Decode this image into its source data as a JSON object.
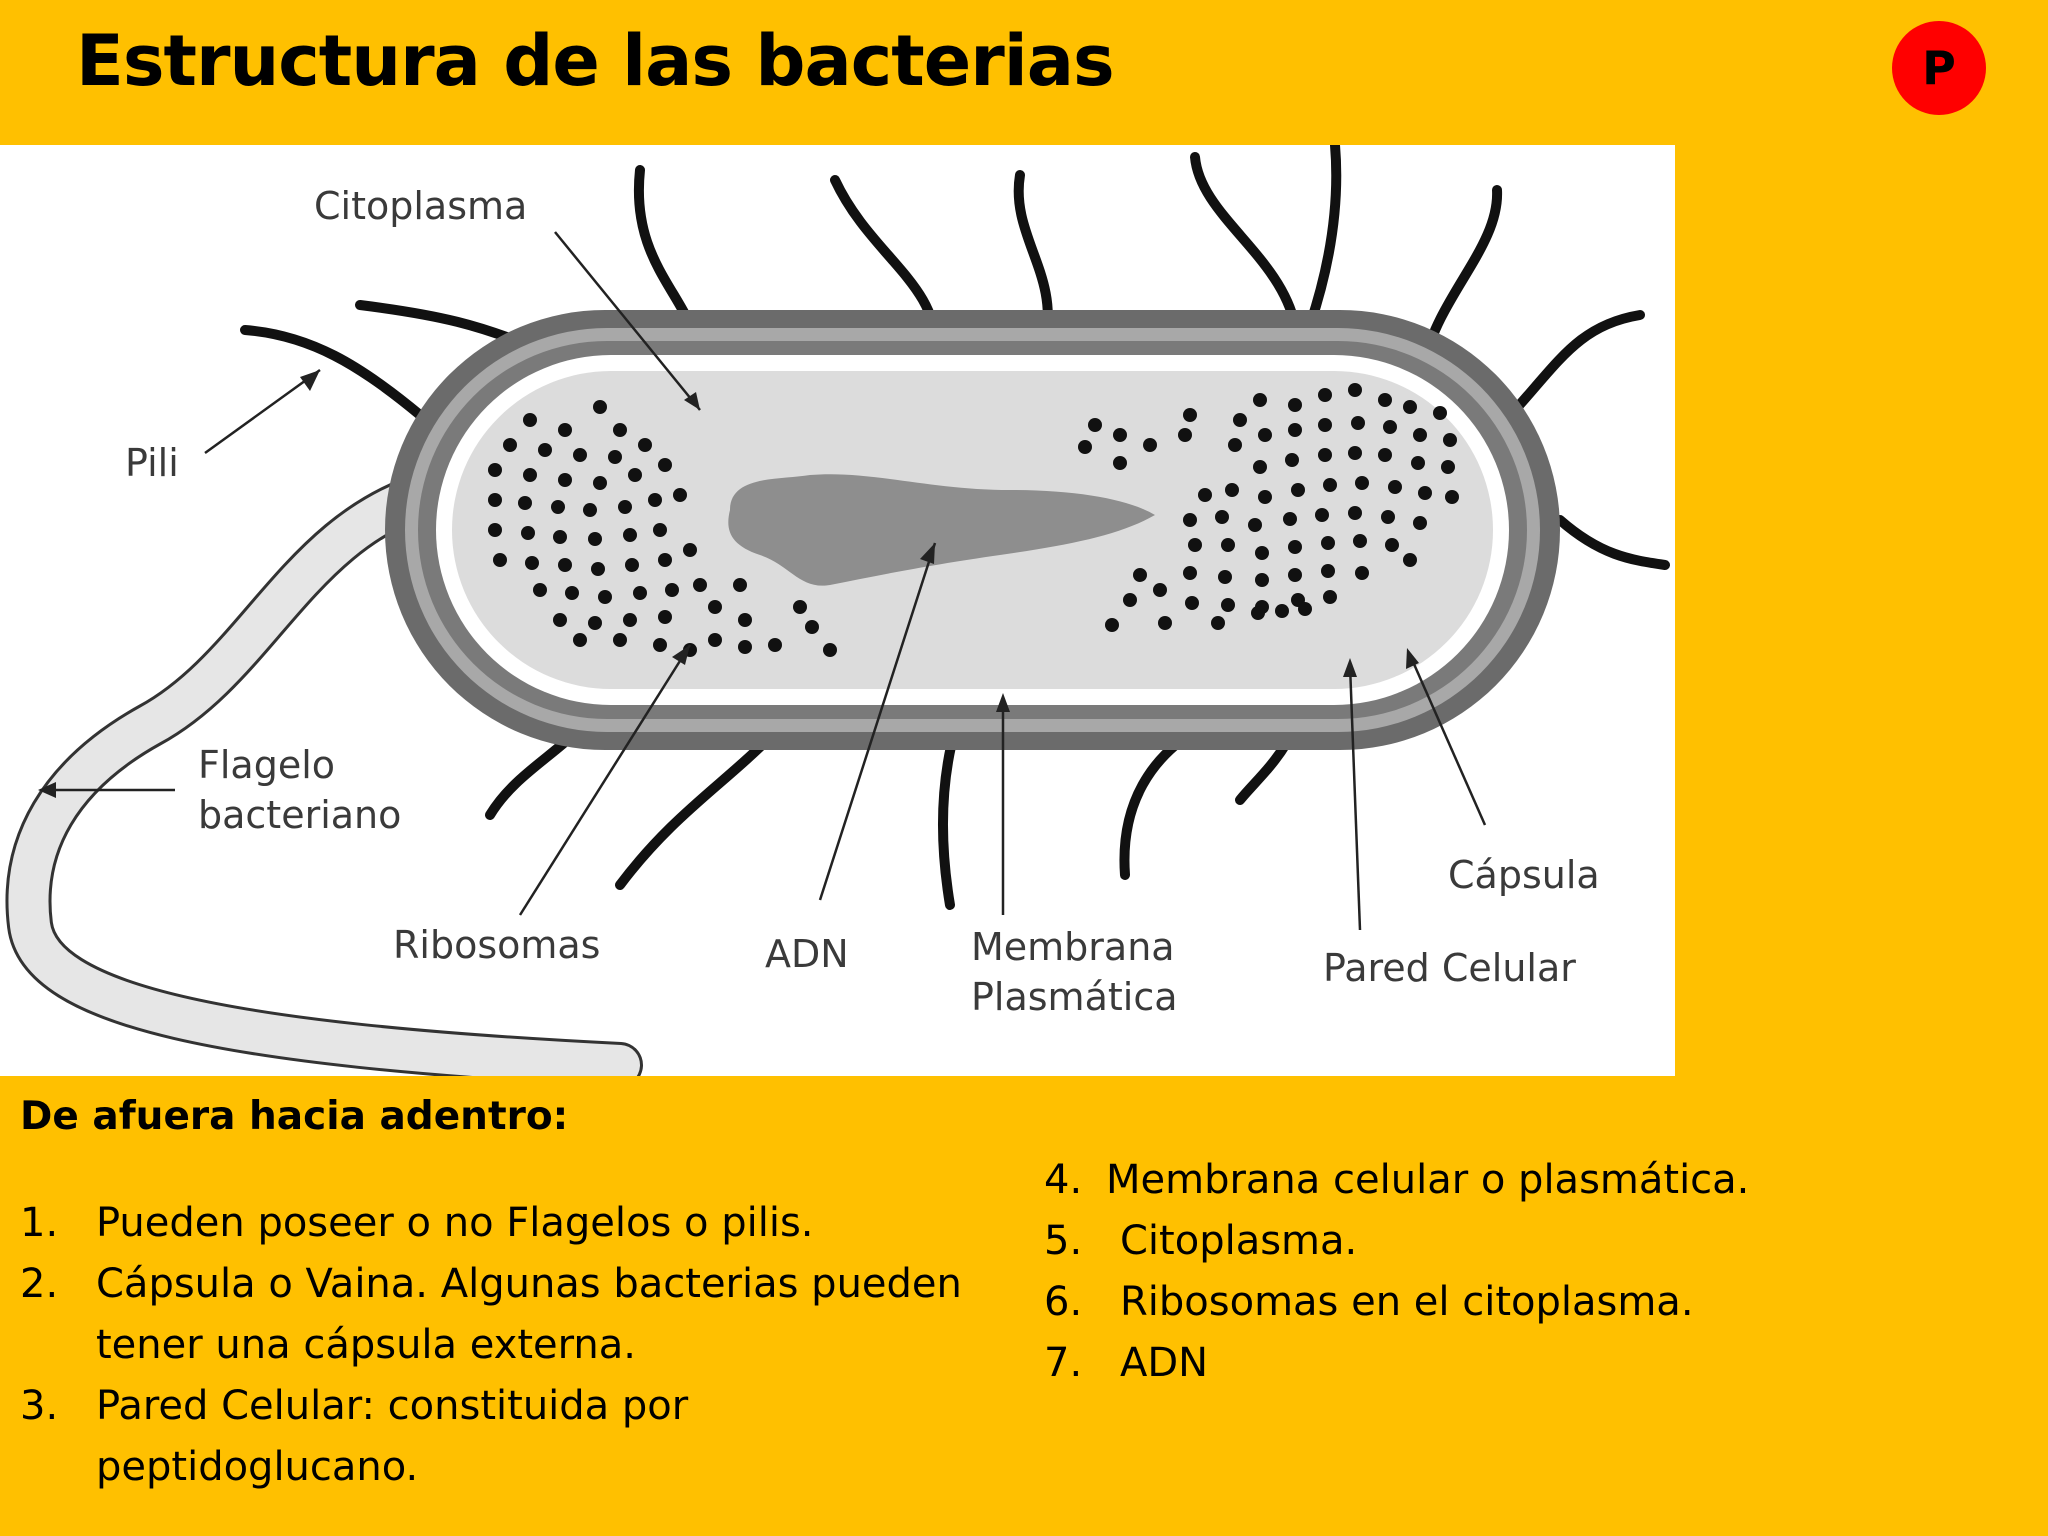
{
  "title": "Estructura de las bacterias",
  "badge": "P",
  "diagram": {
    "labels": {
      "citoplasma": "Citoplasma",
      "pili": "Pili",
      "flagelo": [
        "Flagelo",
        "bacteriano"
      ],
      "ribosomas": "Ribosomas",
      "adn": "ADN",
      "membrana": [
        "Membrana",
        "Plasmática"
      ],
      "pared": "Pared Celular",
      "capsula": "Cápsula"
    }
  },
  "intro": "De afuera hacia adentro:",
  "list_left": [
    {
      "num": "1.",
      "text": "Pueden poseer o no Flagelos o pilis."
    },
    {
      "num": "2.",
      "text": "Cápsula o Vaina. Algunas bacterias pueden tener una cápsula externa."
    },
    {
      "num": "3.",
      "text": "Pared Celular: constituida por peptidoglucano."
    }
  ],
  "list_right": [
    {
      "num": "4.",
      "text": "Membrana celular o plasmática."
    },
    {
      "num": "5.",
      "text": "Citoplasma."
    },
    {
      "num": "6.",
      "text": "Ribosomas en el citoplasma."
    },
    {
      "num": "7.",
      "text": "ADN"
    }
  ]
}
